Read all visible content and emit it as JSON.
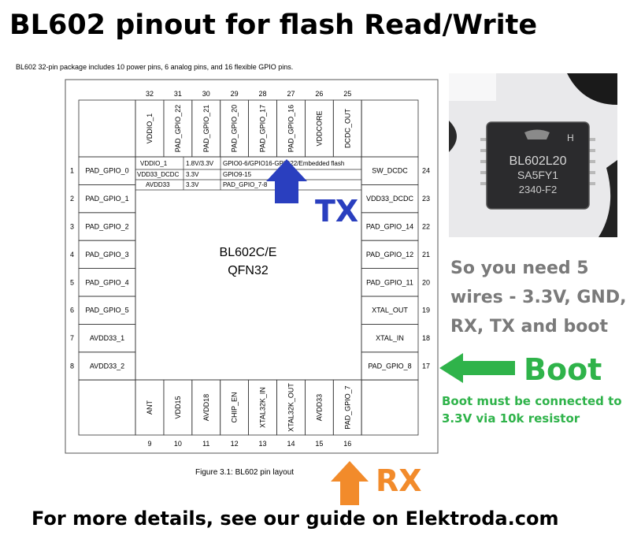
{
  "header": {
    "title": "BL602 pinout for flash Read/Write",
    "subtitle": "BL602 32-pin package includes 10 power pins, 6 analog pins, and 16 flexible GPIO pins."
  },
  "chip": {
    "name": "BL602C/E",
    "package": "QFN32",
    "pins_left": [
      {
        "num": "1",
        "name": "PAD_GPIO_0"
      },
      {
        "num": "2",
        "name": "PAD_GPIO_1"
      },
      {
        "num": "3",
        "name": "PAD_GPIO_2"
      },
      {
        "num": "4",
        "name": "PAD_GPIO_3"
      },
      {
        "num": "5",
        "name": "PAD_GPIO_4"
      },
      {
        "num": "6",
        "name": "PAD_GPIO_5"
      },
      {
        "num": "7",
        "name": "AVDD33_1"
      },
      {
        "num": "8",
        "name": "AVDD33_2"
      }
    ],
    "pins_bottom": [
      {
        "num": "9",
        "name": "ANT"
      },
      {
        "num": "10",
        "name": "VDD15"
      },
      {
        "num": "11",
        "name": "AVDD18"
      },
      {
        "num": "12",
        "name": "CHIP_EN"
      },
      {
        "num": "13",
        "name": "XTAL32K_IN"
      },
      {
        "num": "14",
        "name": "XTAL32K_OUT"
      },
      {
        "num": "15",
        "name": "AVDD33"
      },
      {
        "num": "16",
        "name": "PAD_GPIO_7"
      }
    ],
    "pins_right": [
      {
        "num": "24",
        "name": "SW_DCDC"
      },
      {
        "num": "23",
        "name": "VDD33_DCDC"
      },
      {
        "num": "22",
        "name": "PAD_GPIO_14"
      },
      {
        "num": "21",
        "name": "PAD_GPIO_12"
      },
      {
        "num": "20",
        "name": "PAD_GPIO_11"
      },
      {
        "num": "19",
        "name": "XTAL_OUT"
      },
      {
        "num": "18",
        "name": "XTAL_IN"
      },
      {
        "num": "17",
        "name": "PAD_GPIO_8"
      }
    ],
    "pins_top": [
      {
        "num": "32",
        "name": "VDDIO_1"
      },
      {
        "num": "31",
        "name": "PAD_GPIO_22"
      },
      {
        "num": "30",
        "name": "PAD_GPIO_21"
      },
      {
        "num": "29",
        "name": "PAD_GPIO_20"
      },
      {
        "num": "28",
        "name": "PAD_GPIO_17"
      },
      {
        "num": "27",
        "name": "PAD_GPIO_16"
      },
      {
        "num": "26",
        "name": "VDDCORE"
      },
      {
        "num": "25",
        "name": "DCDC_OUT"
      }
    ],
    "power_table": {
      "row1": [
        "VDDIO_1",
        "1.8V/3.3V",
        "GPIO0-6/GPIO16-GPIO22/Embedded flash"
      ],
      "row2": [
        "VDD33_DCDC",
        "3.3V",
        "GPIO9-15"
      ],
      "row3": [
        "AVDD33",
        "3.3V",
        "PAD_GPIO_7-8"
      ]
    }
  },
  "photo": {
    "marking_line1": "BL602L20",
    "marking_line2": "SA5FY1",
    "marking_line3": "2340-F2",
    "corner_letter": "H"
  },
  "annotations": {
    "tx": "TX",
    "rx": "RX",
    "boot": "Boot",
    "note_main": "So you need 5 wires - 3.3V, GND, RX, TX and boot",
    "boot_note": "Boot must be connected to 3.3V via 10k resistor",
    "caption": "Figure 3.1: BL602 pin layout",
    "footer": "For more details, see our guide on Elektroda.com"
  },
  "colors": {
    "tx": "#2a3fbf",
    "rx": "#f28b2b",
    "boot": "#2fb34a",
    "note": "#7a7a7a"
  }
}
